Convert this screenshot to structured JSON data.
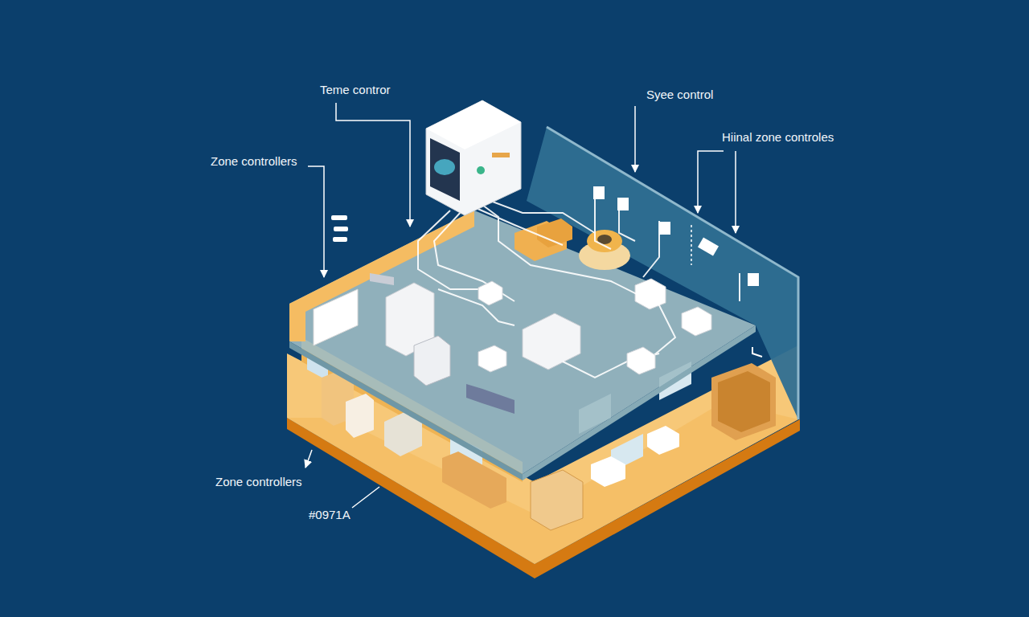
{
  "diagram": {
    "labels": [
      "Teme contror",
      "Syee control",
      "Hiinal zone controles",
      "Zone controllers",
      "Zone controllers",
      "#0971A"
    ]
  }
}
